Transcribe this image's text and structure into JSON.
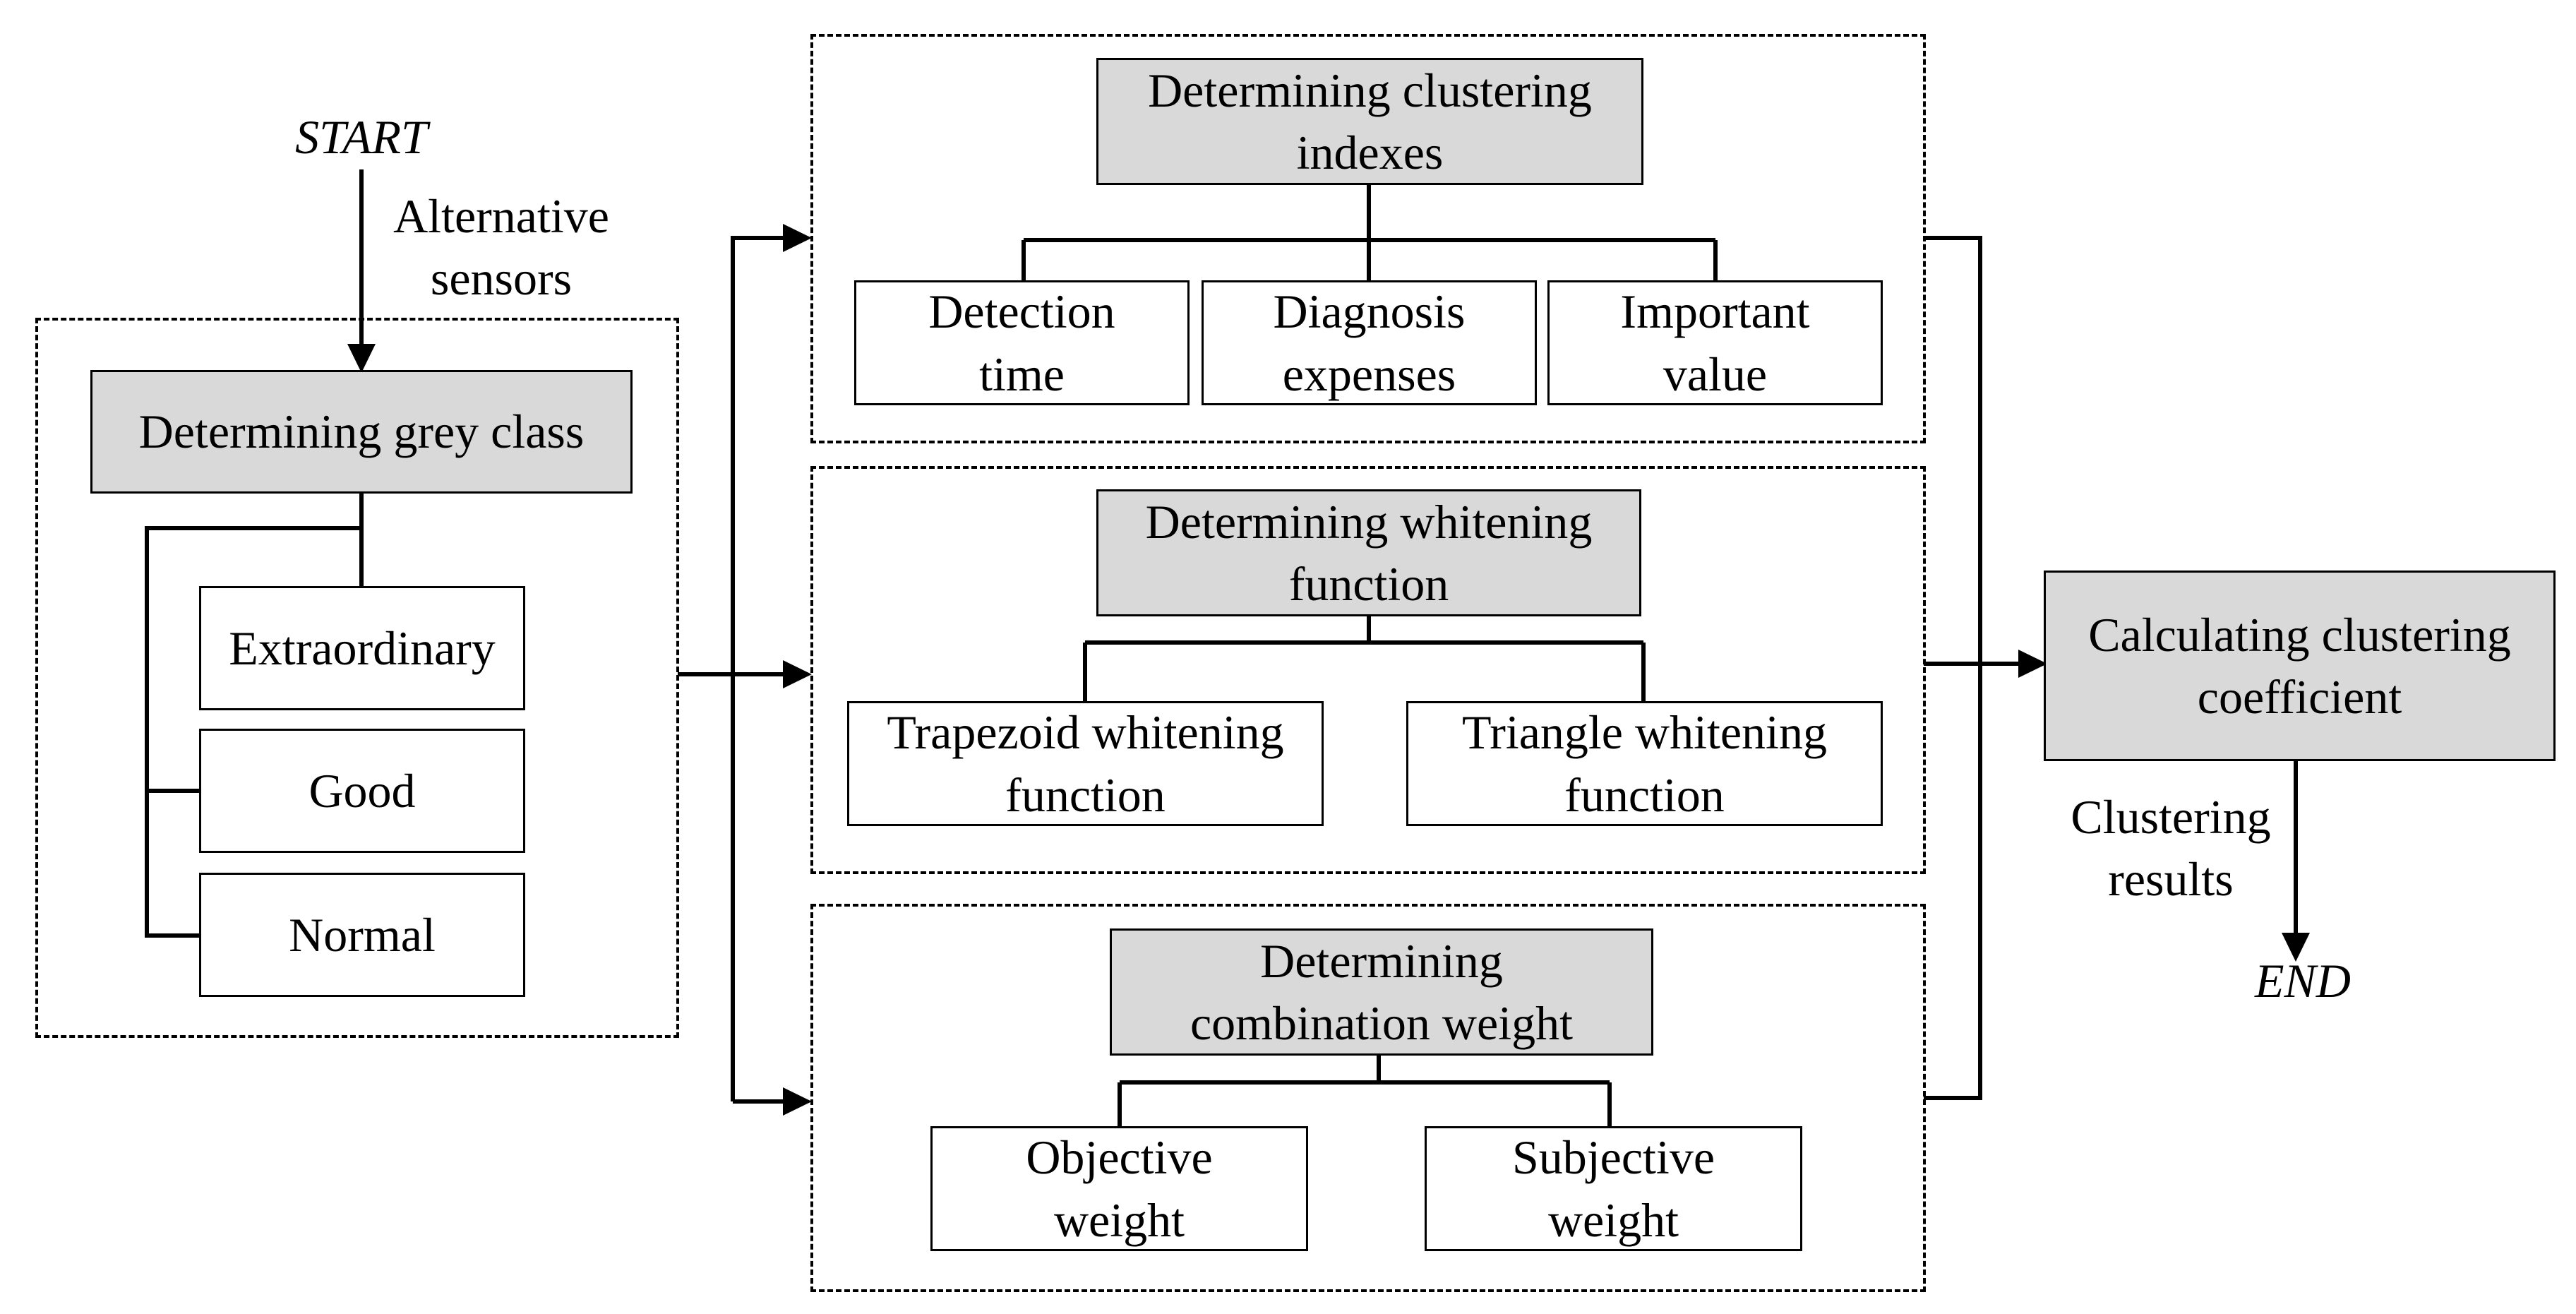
{
  "terminals": {
    "start": "START",
    "end": "END"
  },
  "edge_labels": {
    "input": "Alternative\nsensors",
    "output": "Clustering\nresults"
  },
  "grey_class": {
    "title": "Determining grey class",
    "items": [
      "Extraordinary",
      "Good",
      "Normal"
    ]
  },
  "clustering_indexes": {
    "title": "Determining clustering\nindexes",
    "items": [
      "Detection\ntime",
      "Diagnosis\nexpenses",
      "Important\nvalue"
    ]
  },
  "whitening_function": {
    "title": "Determining whitening\nfunction",
    "items": [
      "Trapezoid whitening\nfunction",
      "Triangle whitening\nfunction"
    ]
  },
  "combination_weight": {
    "title": "Determining\ncombination weight",
    "items": [
      "Objective\nweight",
      "Subjective\nweight"
    ]
  },
  "coefficient": {
    "title": "Calculating clustering\ncoefficient"
  },
  "colors": {
    "header_fill": "#d9d9d9",
    "stroke": "#000000",
    "background": "#ffffff"
  }
}
